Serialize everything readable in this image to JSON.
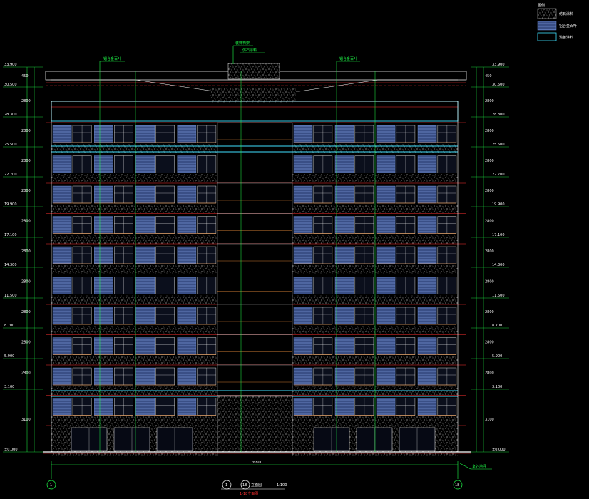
{
  "legend": {
    "title": "图例",
    "items": [
      {
        "swatch": "stone-texture",
        "label": "仿石涂料"
      },
      {
        "swatch": "blue-lines",
        "label": "铝合金百叶"
      },
      {
        "swatch": "cyan-box",
        "label": "浅色涂料"
      }
    ]
  },
  "callouts": {
    "left": "铝合金百叶",
    "center_top": "装饰构架",
    "center_sub": "仿石涂料",
    "right": "铝合金百叶",
    "ground": "室外地坪"
  },
  "elevations_left": [
    "33.900",
    "30.500",
    "28.300",
    "25.500",
    "22.700",
    "19.900",
    "17.100",
    "14.300",
    "11.500",
    "8.700",
    "5.900",
    "3.100",
    "±0.000"
  ],
  "elevations_right": [
    "33.900",
    "30.500",
    "28.300",
    "25.500",
    "22.700",
    "19.900",
    "17.100",
    "14.300",
    "11.500",
    "8.700",
    "5.900",
    "3.100",
    "±0.000"
  ],
  "dims_left": [
    "450",
    "2800",
    "2800",
    "2800",
    "2800",
    "2800",
    "2800",
    "2800",
    "2800",
    "2800",
    "2800",
    "3100"
  ],
  "dims_right": [
    "450",
    "2800",
    "2800",
    "2800",
    "2800",
    "2800",
    "2800",
    "2800",
    "2800",
    "2800",
    "2800",
    "3100"
  ],
  "bottom_dimension": "76800",
  "axis_left": "1",
  "axis_right": "18",
  "title": {
    "axis_a": "1",
    "axis_b": "18",
    "text": "立面图",
    "scale": "1:100",
    "subtitle": "1-18立面图"
  },
  "colors": {
    "background": "#000000",
    "white_line": "#ffffff",
    "red_line": "#ff3030",
    "green_line": "#1fff4a",
    "cyan_line": "#3fe0ff",
    "blue_fill": "#3a4f86",
    "blue_line": "#6f90d8",
    "orange_line": "#ff9a40",
    "texture": "#cfcfcf"
  }
}
